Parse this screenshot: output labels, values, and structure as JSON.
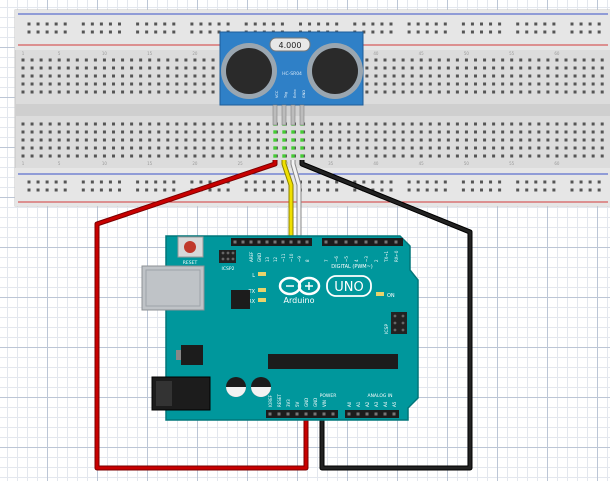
{
  "sensor": {
    "crystal_label": "4.000",
    "model_label": "HC-SR04",
    "pins": [
      "VCC",
      "Trig",
      "Echo",
      "GND"
    ]
  },
  "arduino": {
    "brand": "Arduino",
    "model": "UNO",
    "reset_label": "RESET",
    "icsp2_label": "ICSP2",
    "icsp_label": "ICSP",
    "on_label": "ON",
    "digital_label": "DIGITAL (PWM~)",
    "power_label": "POWER",
    "analog_label": "ANALOG IN",
    "led_labels": [
      "L",
      "TX",
      "RX"
    ],
    "digital_top_labels": [
      "AREF",
      "GND",
      "13",
      "12",
      "~11",
      "~10",
      "~9",
      "8"
    ],
    "digital_bottom_labels": [
      "7",
      "~6",
      "~5",
      "4",
      "~3",
      "2",
      "TX→1",
      "RX←0"
    ],
    "power_labels": [
      "IOREF",
      "RESET",
      "3V3",
      "5V",
      "GND",
      "GND",
      "VIN"
    ],
    "analog_labels": [
      "A0",
      "A1",
      "A2",
      "A3",
      "A4",
      "A5"
    ]
  },
  "breadboard": {
    "col_numbers": [
      "1",
      "5",
      "10",
      "15",
      "20",
      "25",
      "30",
      "35",
      "40",
      "45",
      "50",
      "55",
      "60"
    ]
  },
  "colors": {
    "board": "#00979c",
    "sensor": "#2f80c7",
    "wire_5v": "#c80000",
    "wire_gnd": "#111111",
    "wire_trig": "#f0e000",
    "wire_echo": "#e8e8e8",
    "rail_red": "#d23a3a",
    "rail_blue": "#3a52c8"
  }
}
